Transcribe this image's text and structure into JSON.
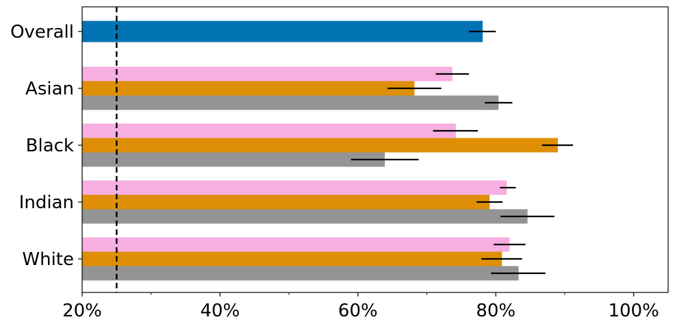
{
  "chart_data": {
    "type": "bar",
    "orientation": "horizontal",
    "categories": [
      "Overall",
      "Asian",
      "Black",
      "Indian",
      "White"
    ],
    "series": [
      {
        "color": "#f7aee0",
        "values": [
          null,
          73.7,
          74.2,
          81.6,
          82.0
        ],
        "err_low": [
          null,
          71.3,
          70.9,
          80.6,
          79.7
        ],
        "err_high": [
          null,
          76.1,
          77.4,
          82.9,
          84.3
        ]
      },
      {
        "color": "#de8f05",
        "values": [
          null,
          68.2,
          89.0,
          79.1,
          80.9
        ],
        "err_low": [
          null,
          64.3,
          86.7,
          77.2,
          77.9
        ],
        "err_high": [
          null,
          72.1,
          91.2,
          81.0,
          83.8
        ]
      },
      {
        "color": "#949494",
        "values": [
          null,
          80.4,
          63.9,
          84.6,
          83.3
        ],
        "err_low": [
          null,
          78.4,
          59.0,
          80.7,
          79.3
        ],
        "err_high": [
          null,
          82.4,
          68.8,
          88.5,
          87.2
        ]
      }
    ],
    "overall": {
      "color": "#0173b2",
      "value": 78.1,
      "err_low": 76.1,
      "err_high": 80.0
    },
    "reference_line": {
      "value": 25,
      "style": "dashed"
    },
    "xlim": [
      20,
      105
    ],
    "xticks": [
      20,
      40,
      60,
      80,
      100
    ],
    "xtick_labels": [
      "20%",
      "40%",
      "60%",
      "80%",
      "100%"
    ],
    "minor_xticks": [
      30,
      50,
      70,
      90
    ],
    "title": "",
    "xlabel": "",
    "ylabel": "",
    "grid": false,
    "legend": "none"
  }
}
